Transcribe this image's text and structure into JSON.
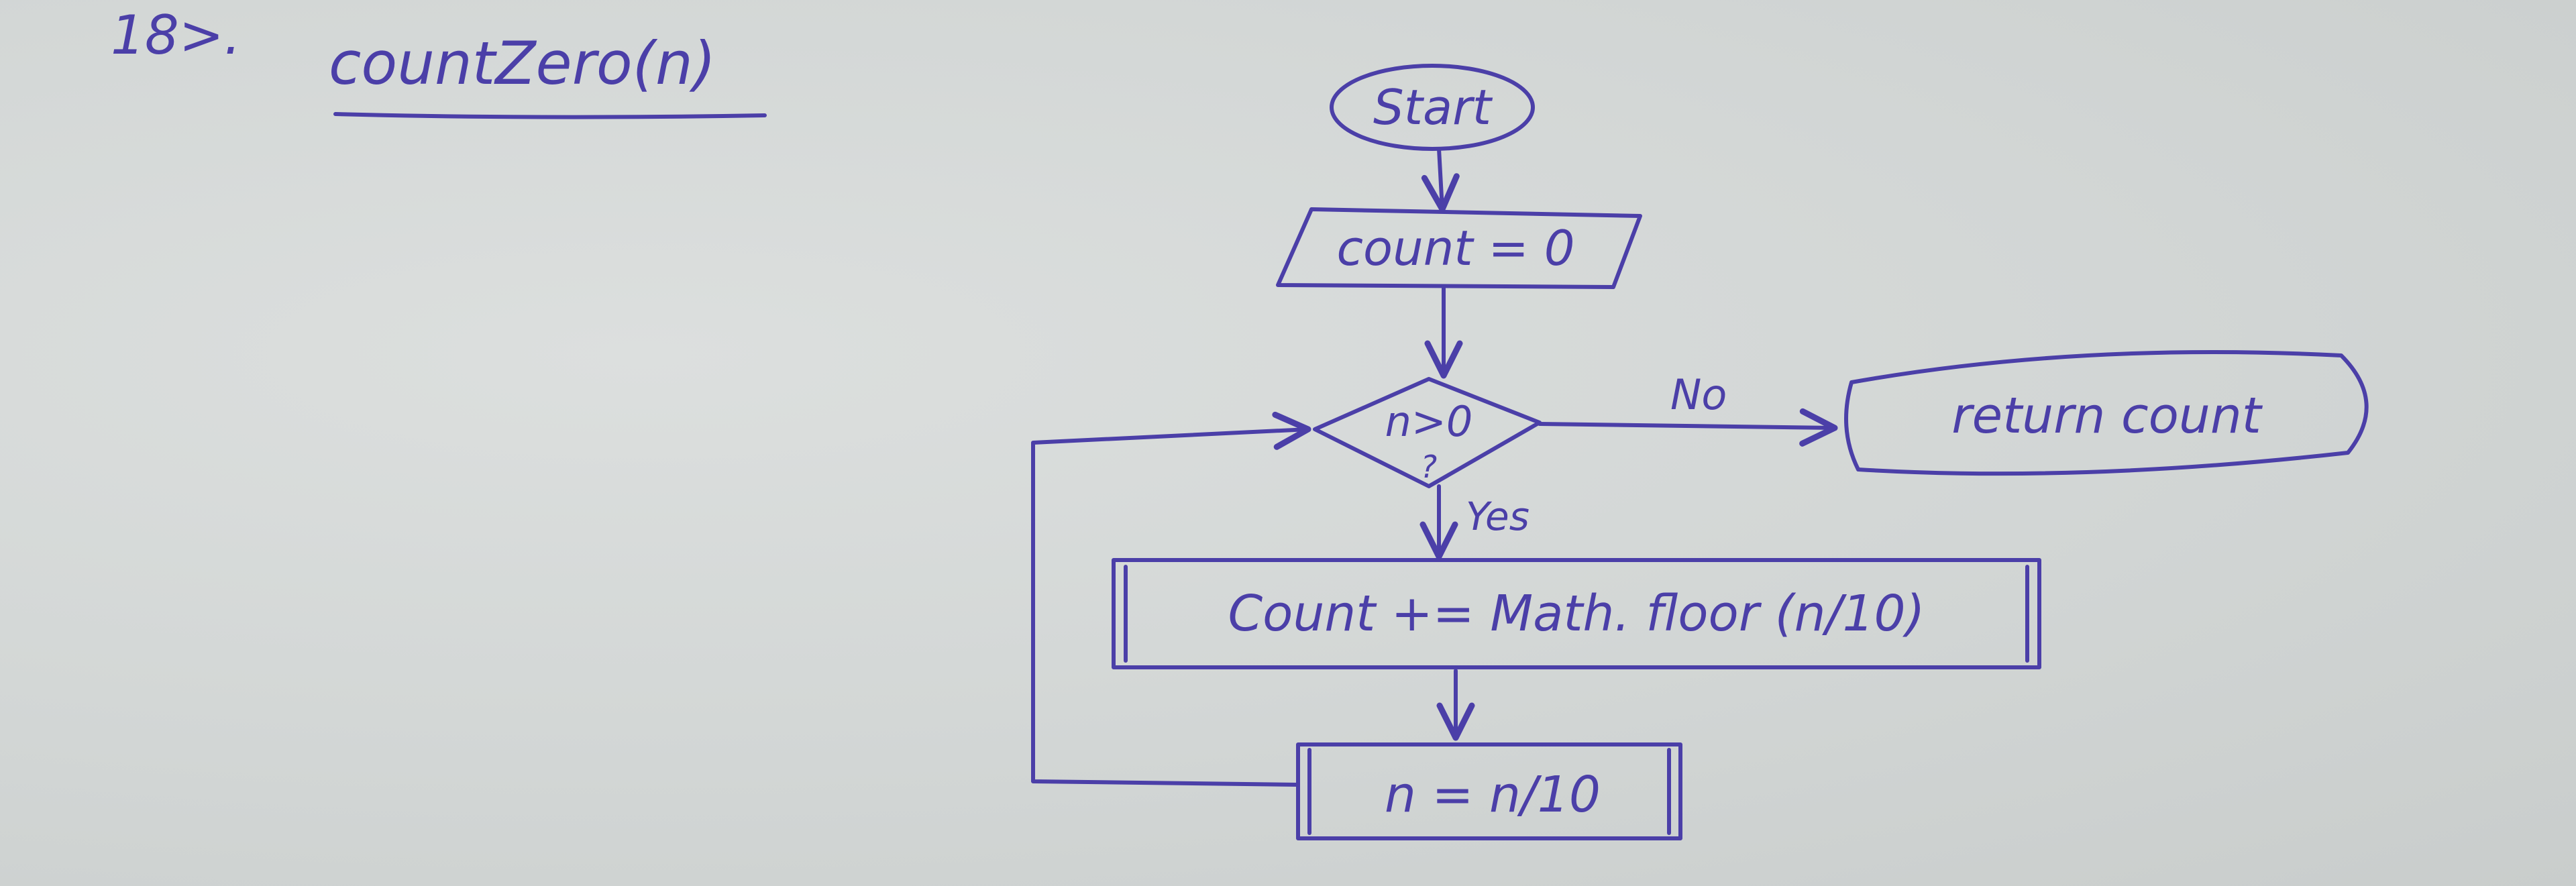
{
  "heading": {
    "number": "18>.",
    "function": "countZero(n)"
  },
  "nodes": {
    "start": "Start",
    "init": "count = 0",
    "decision_main": "n>0",
    "decision_q": "?",
    "return": "return count",
    "process": "Count += Math. floor (n/10)",
    "update": "n = n/10"
  },
  "edges": {
    "no": "No",
    "yes": "Yes"
  },
  "colors": {
    "ink": "#4b3fa8",
    "paper": "#d9dcdb"
  }
}
